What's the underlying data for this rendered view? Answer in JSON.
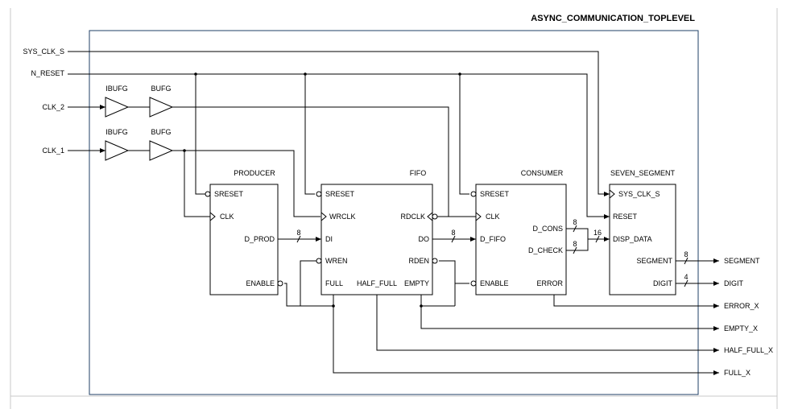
{
  "diagram": {
    "title": "ASYNC_COMMUNICATION_TOPLEVEL",
    "inputs": {
      "sys_clk_s": "SYS_CLK_S",
      "n_reset": "N_RESET",
      "clk_2": "CLK_2",
      "clk_1": "CLK_1"
    },
    "buffers": {
      "ibufg": "IBUFG",
      "bufg": "BUFG"
    },
    "producer": {
      "name": "PRODUCER",
      "sreset": "SRESET",
      "clk": "CLK",
      "d_prod": "D_PROD",
      "enable": "ENABLE"
    },
    "fifo": {
      "name": "FIFO",
      "sreset": "SRESET",
      "wrclk": "WRCLK",
      "di": "DI",
      "wren": "WREN",
      "full": "FULL",
      "half_full": "HALF_FULL",
      "empty": "EMPTY",
      "rdclk": "RDCLK",
      "do": "DO",
      "rden": "RDEN"
    },
    "consumer": {
      "name": "CONSUMER",
      "sreset": "SRESET",
      "clk": "CLK",
      "d_fifo": "D_FIFO",
      "enable": "ENABLE",
      "d_cons": "D_CONS",
      "d_check": "D_CHECK",
      "error": "ERROR"
    },
    "seven_segment": {
      "name": "SEVEN_SEGMENT",
      "sys_clk_s": "SYS_CLK_S",
      "reset": "RESET",
      "disp_data": "DISP_DATA",
      "segment": "SEGMENT",
      "digit": "DIGIT"
    },
    "bus_widths": {
      "d_prod": "8",
      "do": "8",
      "d_cons": "8",
      "d_check": "8",
      "disp_data": "16",
      "segment": "8",
      "digit": "4"
    },
    "outputs": {
      "segment": "SEGMENT",
      "digit": "DIGIT",
      "error_x": "ERROR_X",
      "empty_x": "EMPTY_X",
      "half_full_x": "HALF_FULL_X",
      "full_x": "FULL_X"
    }
  }
}
